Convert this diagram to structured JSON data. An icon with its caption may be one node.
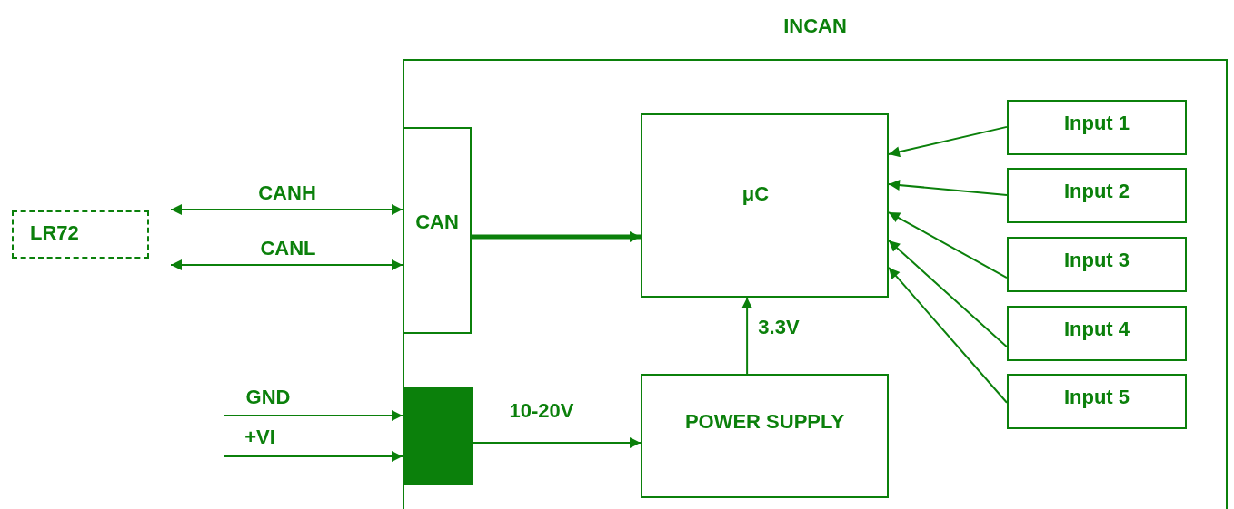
{
  "diagram": {
    "nodes": [
      {
        "text": [
          "INCAN"
        ]
      },
      {
        "text": [
          "CAN"
        ],
        "in": 0
      },
      {
        "text": [
          "μC"
        ],
        "in": 0
      },
      {
        "text": [
          "POWER SUPPLY"
        ],
        "in": 0
      },
      {
        "text": [
          "Input 1"
        ],
        "in": 0
      },
      {
        "text": [
          "Input 2"
        ],
        "in": 0
      },
      {
        "text": [
          "Input 3"
        ],
        "in": 0
      },
      {
        "text": [
          "Input 4"
        ],
        "in": 0
      },
      {
        "text": [
          "Input 5"
        ],
        "in": 0
      },
      {
        "text": [
          "LR72"
        ]
      },
      {
        "text": [],
        "shape": "box",
        "in": 0
      }
    ],
    "edges": [
      {
        "from": 9,
        "to": 1,
        "arrow": "both",
        "label": "CANH"
      },
      {
        "from": 9,
        "to": 1,
        "arrow": "both",
        "label": "CANL"
      },
      {
        "from": null,
        "to": 10,
        "arrow": "to",
        "label": "GND"
      },
      {
        "from": null,
        "to": 10,
        "arrow": "to",
        "label": "+VI"
      },
      {
        "from": 1,
        "to": 2,
        "arrow": "to",
        "style": "thick"
      },
      {
        "from": 10,
        "to": 3,
        "arrow": "to",
        "label": "10-20V"
      },
      {
        "from": 3,
        "to": 2,
        "arrow": "to",
        "label": "3.3V"
      },
      {
        "from": 4,
        "to": 2,
        "arrow": "to"
      },
      {
        "from": 5,
        "to": 2,
        "arrow": "to"
      },
      {
        "from": 6,
        "to": 2,
        "arrow": "to"
      },
      {
        "from": 7,
        "to": 2,
        "arrow": "to"
      },
      {
        "from": 8,
        "to": 2,
        "arrow": "to"
      }
    ]
  }
}
